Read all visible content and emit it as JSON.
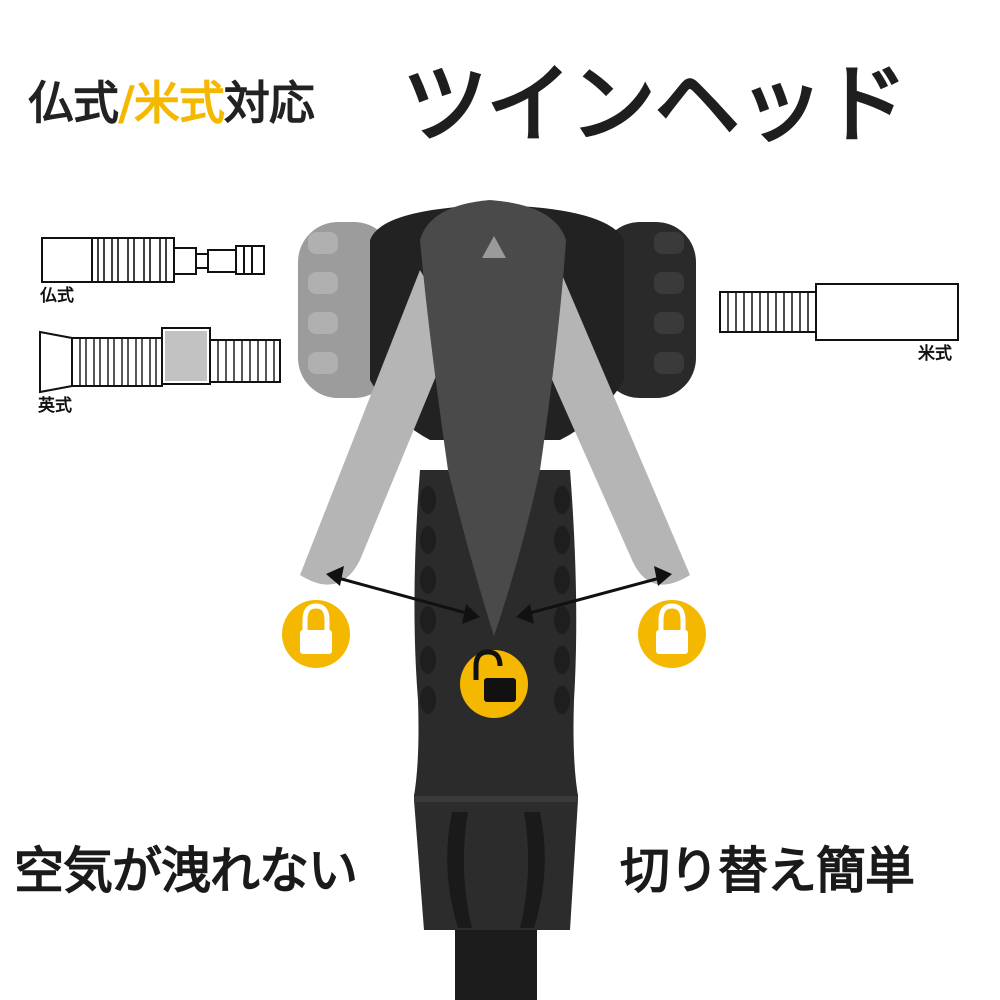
{
  "title": {
    "left_part1": "仏式",
    "left_slash": "/",
    "left_part2": "米式",
    "left_part3": "対応",
    "right": "ツインヘッド"
  },
  "valves": {
    "presta_label": "仏式",
    "dunlop_label": "英式",
    "schrader_label": "米式"
  },
  "bottom": {
    "left": "空気が洩れない",
    "right": "切り替え簡単"
  },
  "icons": {
    "left": "lock-closed-icon",
    "center": "lock-open-icon",
    "right": "lock-closed-icon"
  },
  "colors": {
    "accent": "#f5b800",
    "text": "#222222",
    "pump_dark": "#2b2b2b"
  }
}
